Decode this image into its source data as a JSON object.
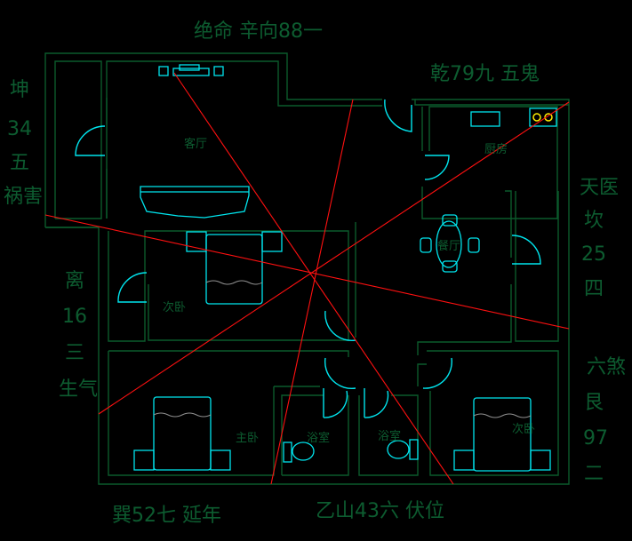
{
  "annotations": {
    "top": "绝命 辛向88一",
    "top_right": "乾79九 五鬼",
    "left_top": [
      "坤",
      "34",
      "五",
      "祸害"
    ],
    "left_mid": [
      "离",
      "16",
      "三",
      "生气"
    ],
    "right_top": [
      "天医",
      "坎",
      "25",
      "四"
    ],
    "right_bottom": [
      "六煞",
      "艮",
      "97",
      "二"
    ],
    "bottom_left": "巽52七 延年",
    "bottom_center": "乙山43六 伏位"
  },
  "rooms": {
    "living": "客厅",
    "kitchen": "厨房",
    "dining": "餐厅",
    "second_bedroom_1": "次卧",
    "second_bedroom_2": "次卧",
    "master_bedroom": "主卧",
    "bathroom_1": "浴室",
    "bathroom_2": "浴室"
  },
  "colors": {
    "wall": "#0b5a2c",
    "fixture": "#00e5ee",
    "axis": "#ff1010",
    "text": "#0d5c30"
  }
}
